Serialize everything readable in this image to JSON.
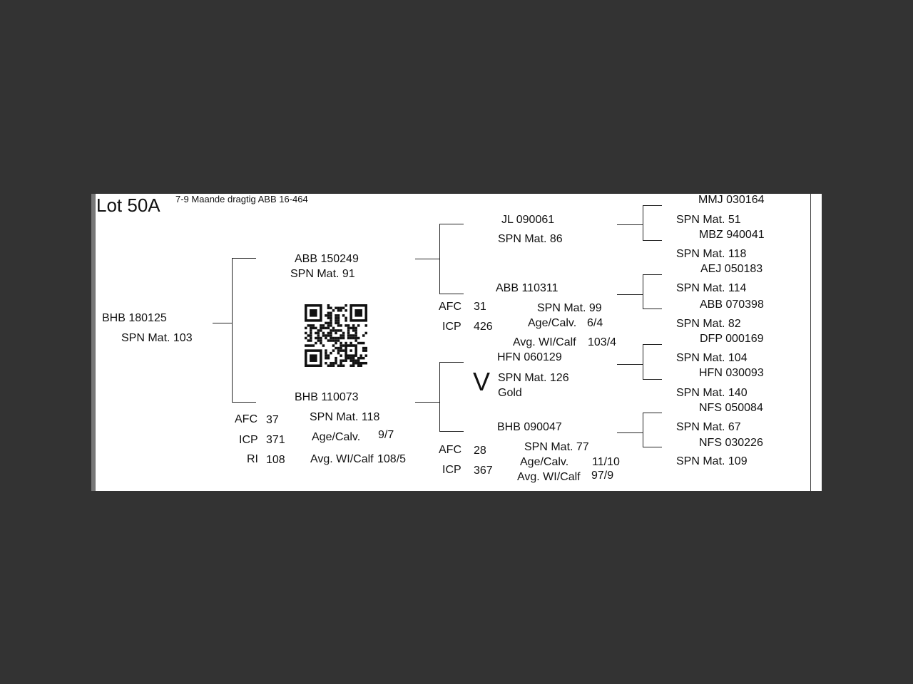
{
  "lot": {
    "title": "Lot 50A",
    "subtitle": "7-9 Maande dragtig ABB 16-464"
  },
  "animal": {
    "id": "BHB 180125",
    "spn": "SPN Mat. 103"
  },
  "sire": {
    "id": "ABB 150249",
    "spn": "SPN Mat. 91",
    "sire": {
      "id": "JL  090061",
      "spn": "SPN Mat. 86"
    },
    "dam": {
      "id": "ABB 110311",
      "spn": "SPN Mat. 99",
      "afc_label": "AFC",
      "afc": "31",
      "icp_label": "ICP",
      "icp": "426",
      "age_label": "Age/Calv.",
      "age": "6/4",
      "wi_label": "Avg. WI/Calf",
      "wi": "103/4"
    }
  },
  "dam": {
    "id": "BHB 110073",
    "spn": "SPN Mat. 118",
    "afc_label": "AFC",
    "afc": "37",
    "icp_label": "ICP",
    "icp": "371",
    "ri_label": "RI",
    "ri": "108",
    "age_label": "Age/Calv.",
    "age": "9/7",
    "wi_label": "Avg. WI/Calf",
    "wi": "108/5",
    "v_mark": "V",
    "sire": {
      "id": "HFN 060129",
      "spn": "SPN Mat. 126",
      "grade": "Gold"
    },
    "dam": {
      "id": "BHB 090047",
      "spn": "SPN Mat. 77",
      "afc_label": "AFC",
      "afc": "28",
      "icp_label": "ICP",
      "icp": "367",
      "age_label": "Age/Calv.",
      "age": "11/10",
      "wi_label": "Avg. WI/Calf",
      "wi": "97/9"
    }
  },
  "great_grandparents": [
    {
      "id": "MMJ 030164",
      "spn": "SPN Mat. 51"
    },
    {
      "id": "MBZ 940041",
      "spn": "SPN Mat. 118"
    },
    {
      "id": "AEJ 050183",
      "spn": "SPN Mat. 114"
    },
    {
      "id": "ABB 070398",
      "spn": "SPN Mat. 82"
    },
    {
      "id": "DFP 000169",
      "spn": "SPN Mat. 104"
    },
    {
      "id": "HFN 030093",
      "spn": "SPN Mat. 140"
    },
    {
      "id": "NFS 050084",
      "spn": "SPN Mat. 67"
    },
    {
      "id": "NFS 030226",
      "spn": "SPN Mat. 109"
    }
  ]
}
